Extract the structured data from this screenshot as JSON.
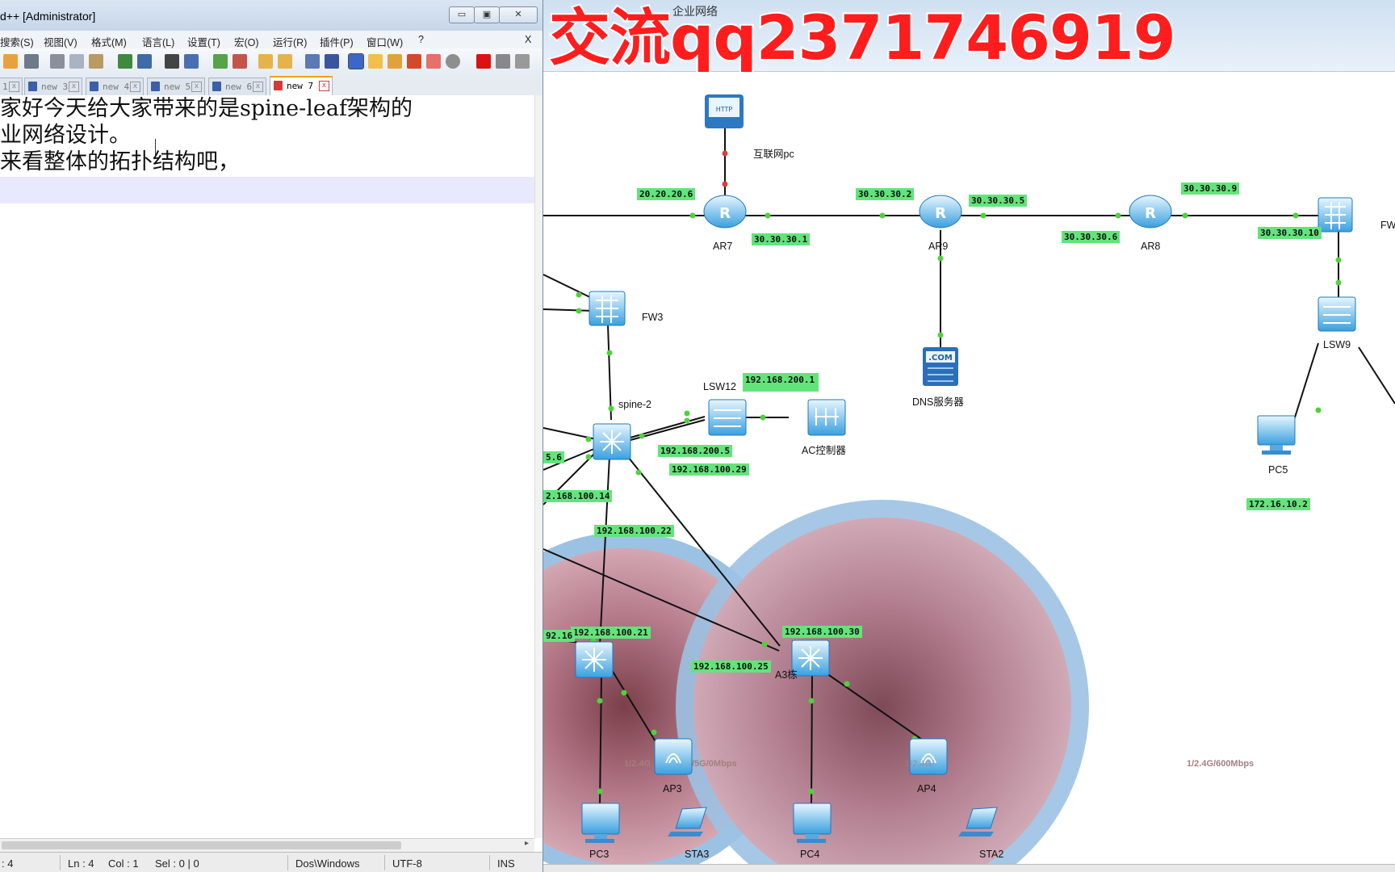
{
  "npp": {
    "title": "d++ [Administrator]",
    "window_buttons": {
      "min": "▭",
      "max": "▣",
      "close": "✕"
    },
    "menu": [
      "搜索(S)",
      "视图(V)",
      "格式(M)",
      "语言(L)",
      "设置(T)",
      "宏(O)",
      "运行(R)",
      "插件(P)",
      "窗口(W)",
      "?"
    ],
    "menu_close": "X",
    "tabs": [
      {
        "label": "1",
        "active": false
      },
      {
        "label": "new 3",
        "active": false
      },
      {
        "label": "new 4",
        "active": false
      },
      {
        "label": "new 5",
        "active": false
      },
      {
        "label": "new 6",
        "active": false
      },
      {
        "label": "new 7",
        "active": true
      }
    ],
    "tab_close": "x",
    "lines": [
      "家好今天给大家带来的是spine-leaf架构的",
      "业网络设计。",
      "来看整体的拓扑结构吧，",
      ""
    ],
    "status": {
      "length": ": 4",
      "ln": "Ln : 4",
      "col": "Col : 1",
      "sel": "Sel : 0 | 0",
      "eol": "Dos\\Windows",
      "encoding": "UTF-8",
      "mode": "INS"
    }
  },
  "topo": {
    "title": "企业网络",
    "watermark": "交流qq2371746919",
    "devices": {
      "http_pc": "互联网pc",
      "ar7": "AR7",
      "ar9": "AR9",
      "ar8": "AR8",
      "fw_right": "FW",
      "fw3": "FW3",
      "lsw9": "LSW9",
      "lsw12": "LSW12",
      "spine2": "spine-2",
      "ac": "AC控制器",
      "dns": "DNS服务器",
      "pc5": "PC5",
      "a3": "A3栋",
      "ap3": "AP3",
      "ap4": "AP4",
      "pc3": "PC3",
      "pc4": "PC4",
      "sta3": "STA3",
      "sta2": "STA2"
    },
    "ips": {
      "ip_20_20_20_6": "20.20.20.6",
      "ip_30_30_30_1": "30.30.30.1",
      "ip_30_30_30_2": "30.30.30.2",
      "ip_30_30_30_5": "30.30.30.5",
      "ip_30_30_30_6": "30.30.30.6",
      "ip_30_30_30_9": "30.30.30.9",
      "ip_30_30_30_10": "30.30.30.10",
      "ip_200_1": "192.168.200.1",
      "ip_200_5": "192.168.200.5",
      "ip_100_29": "192.168.100.29",
      "ip_5_6": "5.6",
      "ip_100_14": "2.168.100.14",
      "ip_100_22": "192.168.100.22",
      "ip_100_21": "192.168.100.21",
      "ip_2_1x": "92.16",
      "ip_100_30": "192.168.100.30",
      "ip_100_25": "192.168.100.25",
      "ip_172": "172.16.10.2"
    },
    "rates": {
      "rate_left": "1/2.4G",
      "rate_mid": "/5G/0Mbps",
      "rate_ap4": "1/2.4G/",
      "rate_right": "1/2.4G/600Mbps"
    }
  }
}
